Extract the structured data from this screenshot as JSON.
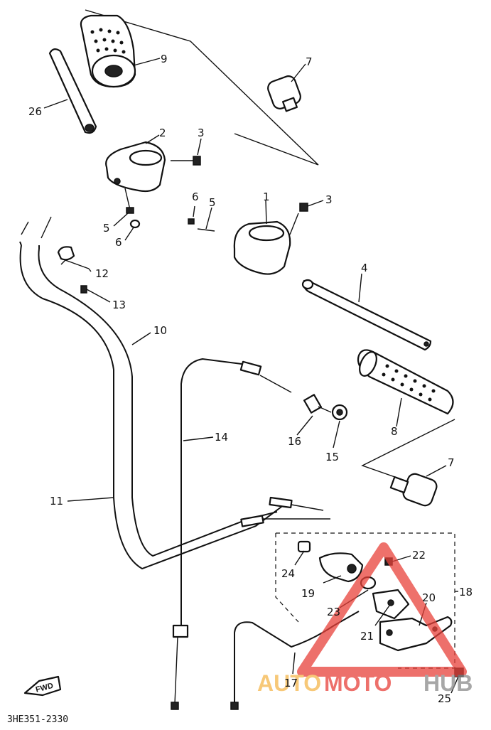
{
  "diagram_code": "3HE351-2330",
  "fwd_label": "FWD",
  "watermark": {
    "auto": "AUTO",
    "moto": "MOTO",
    "hub": "HUB"
  },
  "colors": {
    "ink": "#111111",
    "watermark_orange": "#F5B64B",
    "watermark_red": "#E8413A",
    "watermark_gray": "#8A8A8A"
  },
  "callouts": [
    "9",
    "26",
    "7",
    "2",
    "3",
    "5",
    "6",
    "1",
    "6",
    "5",
    "3",
    "12",
    "13",
    "4",
    "10",
    "14",
    "16",
    "15",
    "8",
    "7",
    "11",
    "22",
    "24",
    "19",
    "23",
    "20",
    "18",
    "21",
    "17",
    "25"
  ]
}
